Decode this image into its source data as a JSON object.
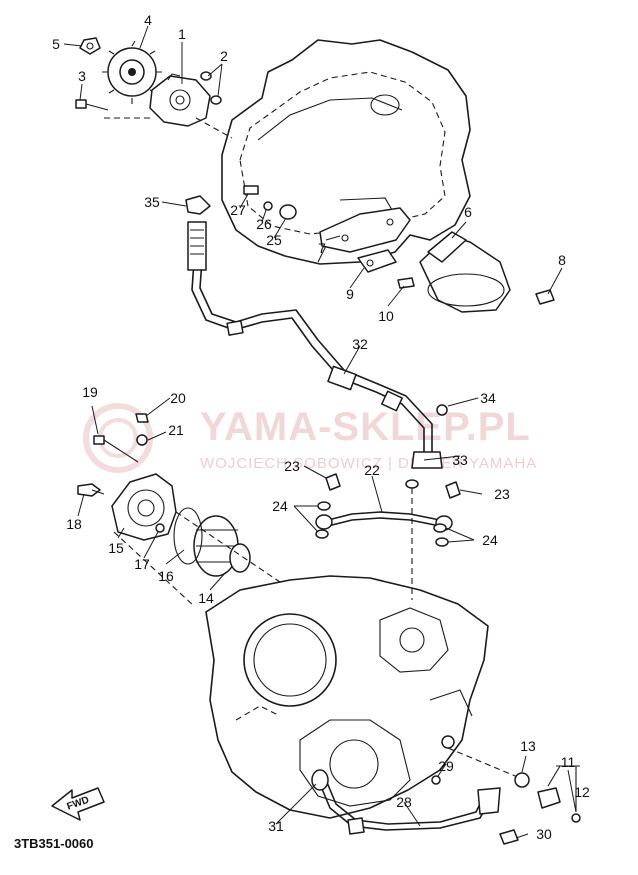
{
  "diagram_code": "3TB351-0060",
  "direction_arrow_label": "FWD",
  "watermark": {
    "line1": "YAMA-SKLEP.PL",
    "line2": "WOJCIECH SOBOWICZ | DEALER YAMAHA"
  },
  "callouts": [
    {
      "id": "1",
      "label": "1"
    },
    {
      "id": "2",
      "label": "2"
    },
    {
      "id": "3",
      "label": "3"
    },
    {
      "id": "4",
      "label": "4"
    },
    {
      "id": "5",
      "label": "5"
    },
    {
      "id": "6",
      "label": "6"
    },
    {
      "id": "7",
      "label": "7"
    },
    {
      "id": "8",
      "label": "8"
    },
    {
      "id": "9",
      "label": "9"
    },
    {
      "id": "10",
      "label": "10"
    },
    {
      "id": "11",
      "label": "11"
    },
    {
      "id": "12",
      "label": "12"
    },
    {
      "id": "13",
      "label": "13"
    },
    {
      "id": "14",
      "label": "14"
    },
    {
      "id": "15",
      "label": "15"
    },
    {
      "id": "16",
      "label": "16"
    },
    {
      "id": "17",
      "label": "17"
    },
    {
      "id": "18",
      "label": "18"
    },
    {
      "id": "19",
      "label": "19"
    },
    {
      "id": "20",
      "label": "20"
    },
    {
      "id": "21",
      "label": "21"
    },
    {
      "id": "22",
      "label": "22"
    },
    {
      "id": "23a",
      "label": "23"
    },
    {
      "id": "23b",
      "label": "23"
    },
    {
      "id": "24a",
      "label": "24"
    },
    {
      "id": "24b",
      "label": "24"
    },
    {
      "id": "25",
      "label": "25"
    },
    {
      "id": "26",
      "label": "26"
    },
    {
      "id": "27",
      "label": "27"
    },
    {
      "id": "28",
      "label": "28"
    },
    {
      "id": "29",
      "label": "29"
    },
    {
      "id": "30",
      "label": "30"
    },
    {
      "id": "31",
      "label": "31"
    },
    {
      "id": "32",
      "label": "32"
    },
    {
      "id": "33",
      "label": "33"
    },
    {
      "id": "34",
      "label": "34"
    },
    {
      "id": "35",
      "label": "35"
    }
  ]
}
